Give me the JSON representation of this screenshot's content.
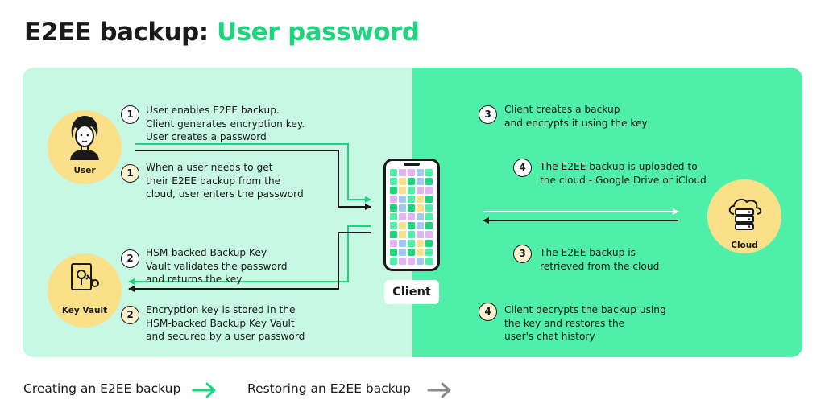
{
  "title": {
    "main": "E2EE backup:",
    "accent": "User password"
  },
  "colors": {
    "accent": "#1ed47d",
    "left_panel": "#c7f8e3",
    "right_panel": "#4feea9",
    "circle": "#fae088",
    "badge_alt": "#fdf1cf",
    "create_arrow": "#1ed47d",
    "restore_arrow": "#1a1a1a"
  },
  "user": {
    "label": "User",
    "icon": "user-avatar-icon"
  },
  "keyvault": {
    "label": "Key Vault",
    "icon": "key-vault-icon"
  },
  "cloud": {
    "label": "Cloud",
    "icon": "cloud-server-icon"
  },
  "client": {
    "label": "Client",
    "icon": "smartphone-icon"
  },
  "steps": [
    {
      "number": "1",
      "text": "User enables E2EE backup.\nClient generates encryption key.\nUser creates a password"
    },
    {
      "number": "1",
      "text": "When a user needs to get\ntheir E2EE backup from the\ncloud, user enters the password"
    },
    {
      "number": "2",
      "text": "HSM-backed Backup Key\nVault validates the password\nand returns the key"
    },
    {
      "number": "2",
      "text": "Encryption key is stored in the\nHSM-backed Backup Key Vault\nand secured by a user password"
    },
    {
      "number": "3",
      "text": "Client creates a backup\nand encrypts it using the key"
    },
    {
      "number": "4",
      "text": "The E2EE backup is uploaded to\nthe cloud - Google Drive or iCloud"
    },
    {
      "number": "3",
      "text": "The E2EE backup is\nretrieved from the cloud"
    },
    {
      "number": "4",
      "text": "Client decrypts the backup using\nthe key and restores the\nuser's chat history"
    }
  ],
  "legend": {
    "create_label": "Creating an E2EE backup",
    "restore_label": "Restoring an E2EE backup"
  },
  "phone_tile_colors": [
    "#4feea9",
    "#a5c8f2",
    "#1ed47d",
    "#f9e08b",
    "#e4b3f2",
    "#f9e08b",
    "#1ed47d",
    "#e4b3f2",
    "#4feea9",
    "#a5c8f2"
  ]
}
